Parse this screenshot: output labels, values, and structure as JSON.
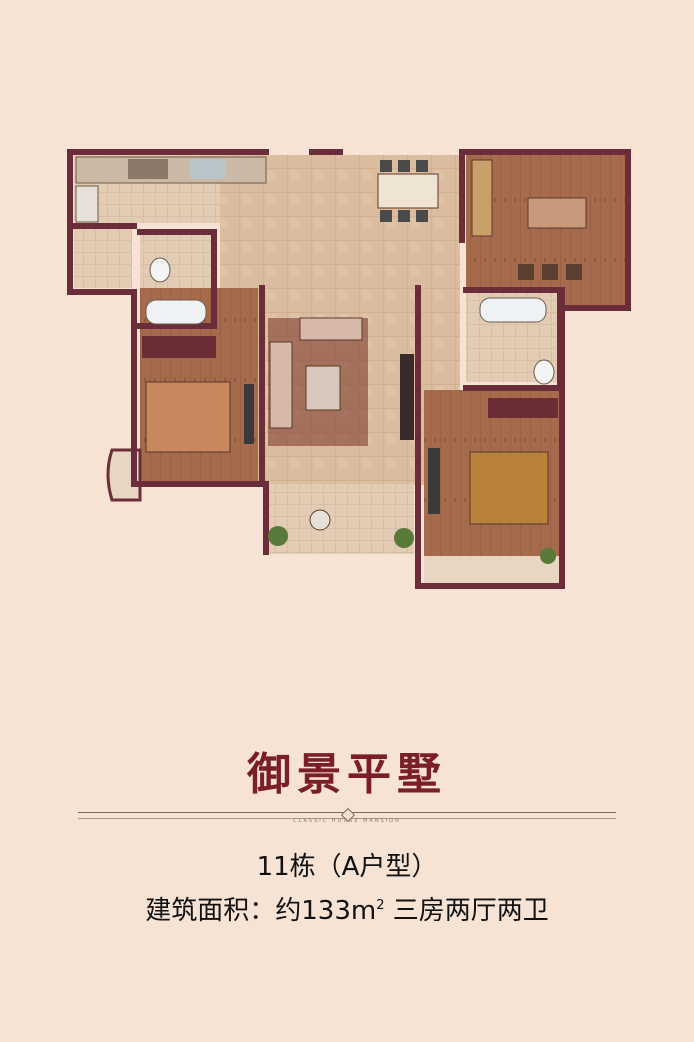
{
  "colors": {
    "background": "#f6e3d4",
    "wall": "#6b2d3a",
    "title": "#7a1f2a",
    "tile": "#d9b89a",
    "wood": "#a4684a"
  },
  "title": "御景平墅",
  "divider_small_text": "CLASSIC HOUSE MANSION",
  "info": {
    "building": "11栋（A户型）",
    "area_prefix": "建筑面积：约133m",
    "area_sup": "2",
    "area_suffix": " 三房两厅两卫"
  }
}
